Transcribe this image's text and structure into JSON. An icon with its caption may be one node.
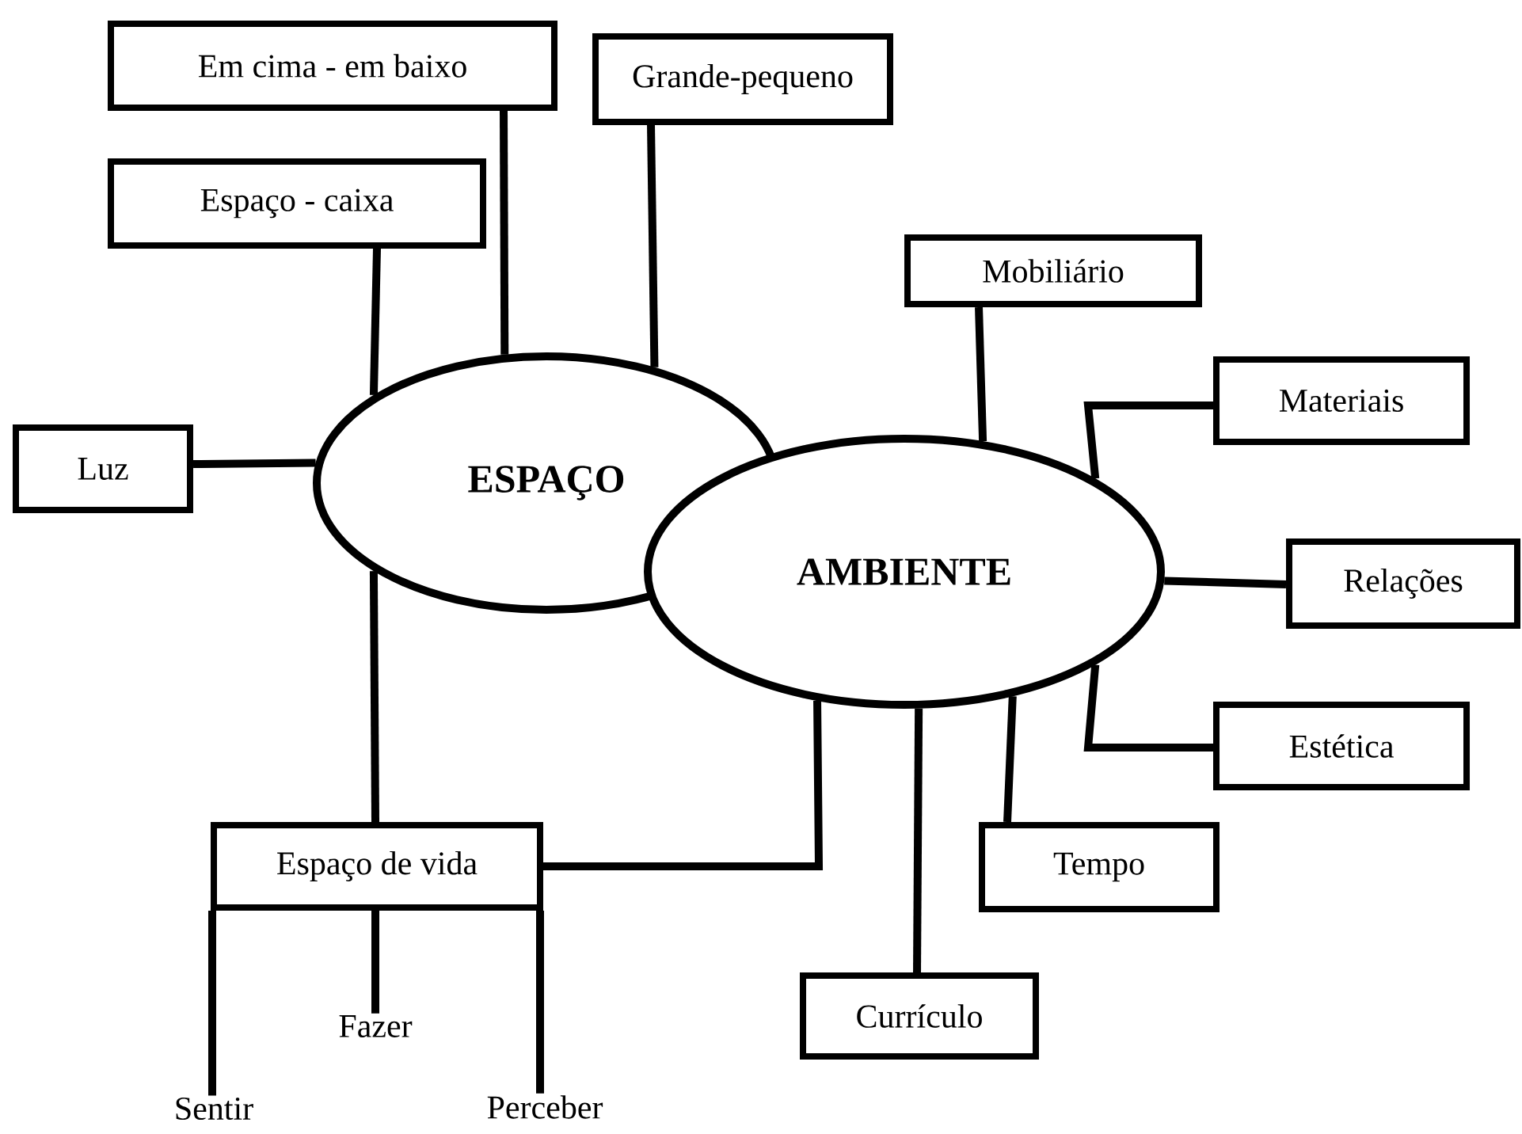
{
  "diagram": {
    "nodes": [
      {
        "text": [
          "Em cima - em baixo"
        ]
      },
      {
        "text": [
          "Grande-pequeno"
        ]
      },
      {
        "text": [
          "Espaço - caixa"
        ]
      },
      {
        "text": [
          "Mobiliário"
        ]
      },
      {
        "text": [
          "Materiais"
        ]
      },
      {
        "text": [
          "Luz"
        ]
      },
      {
        "text": [
          "ESPAÇO"
        ]
      },
      {
        "text": [
          "AMBIENTE"
        ]
      },
      {
        "text": [
          "Relações"
        ]
      },
      {
        "text": [
          "Estética"
        ]
      },
      {
        "text": [
          "Espaço de vida"
        ]
      },
      {
        "text": [
          "Tempo"
        ]
      },
      {
        "text": [
          "Currículo"
        ]
      },
      {
        "text": [
          "Fazer"
        ]
      },
      {
        "text": [
          "Sentir"
        ]
      },
      {
        "text": [
          "Perceber"
        ]
      }
    ],
    "edges": [
      {
        "from": 0,
        "to": 6,
        "arrow": "none"
      },
      {
        "from": 1,
        "to": 6,
        "arrow": "none"
      },
      {
        "from": 2,
        "to": 6,
        "arrow": "none"
      },
      {
        "from": 5,
        "to": 6,
        "arrow": "none"
      },
      {
        "from": 6,
        "to": 10,
        "arrow": "none"
      },
      {
        "from": 3,
        "to": 7,
        "arrow": "none"
      },
      {
        "from": 4,
        "to": 7,
        "arrow": "none"
      },
      {
        "from": 7,
        "to": 8,
        "arrow": "none"
      },
      {
        "from": 7,
        "to": 9,
        "arrow": "none"
      },
      {
        "from": 7,
        "to": 11,
        "arrow": "none"
      },
      {
        "from": 7,
        "to": 12,
        "arrow": "none"
      },
      {
        "from": 7,
        "to": 10,
        "arrow": "none"
      },
      {
        "from": 10,
        "to": 14,
        "arrow": "none"
      },
      {
        "from": 10,
        "to": 13,
        "arrow": "none"
      },
      {
        "from": 10,
        "to": 15,
        "arrow": "none"
      }
    ]
  }
}
